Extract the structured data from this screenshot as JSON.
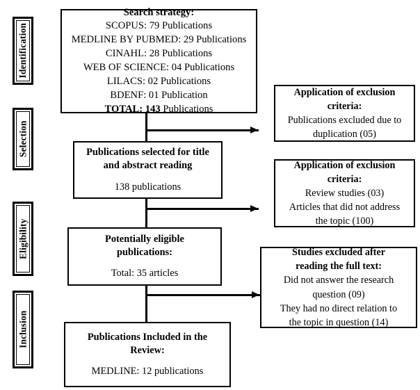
{
  "diagram": {
    "title": "PRISMA study selection flow diagram",
    "stages": [
      {
        "id": "identification",
        "label": "Identification"
      },
      {
        "id": "selection",
        "label": "Selection"
      },
      {
        "id": "eligibility",
        "label": "Eligibility"
      },
      {
        "id": "inclusion",
        "label": "Inclusion"
      }
    ],
    "main_boxes": {
      "search_strategy": {
        "heading": "Search strategy:",
        "sources": [
          {
            "name": "SCOPUS",
            "line": "SCOPUS: 79 Publications",
            "count": 79
          },
          {
            "name": "MEDLINE BY PUBMED",
            "line": "MEDLINE BY PUBMED: 29 Publications",
            "count": 29
          },
          {
            "name": "CINAHL",
            "line": "CINAHL: 28 Publications",
            "count": 28
          },
          {
            "name": "WEB OF SCIENCE",
            "line": "WEB OF SCIENCE: 04 Publications",
            "count": 4
          },
          {
            "name": "LILACS",
            "line": "LILACS: 02 Publications",
            "count": 2
          },
          {
            "name": "BDENF",
            "line": "BDENF: 01 Publication",
            "count": 1
          }
        ],
        "total_label": "TOTAL: 143",
        "total_suffix": " Publications",
        "total": 143
      },
      "selected": {
        "heading_line1": "Publications selected for title",
        "heading_line2": "and abstract reading",
        "value": "138 publications",
        "count": 138
      },
      "eligible": {
        "heading_line1": "Potentially eligible",
        "heading_line2": "publications:",
        "value": "Total: 35 articles",
        "count": 35
      },
      "included": {
        "heading_line1": "Publications Included in the",
        "heading_line2": "Review:",
        "value": "MEDLINE: 12 publications",
        "count": 12
      }
    },
    "exclusion_boxes": [
      {
        "id": "exclusion-duplication",
        "heading_line1": "Application of exclusion",
        "heading_line2": "criteria:",
        "reasons": [
          {
            "line1": "Publications excluded due to",
            "line2": "duplication (05)",
            "count": 5
          }
        ]
      },
      {
        "id": "exclusion-screening",
        "heading_line1": "Application of exclusion",
        "heading_line2": "criteria:",
        "reasons": [
          {
            "line1": "Review studies (03)",
            "line2": "",
            "count": 3
          },
          {
            "line1": "Articles that did not address",
            "line2": "the topic (100)",
            "count": 100
          }
        ]
      },
      {
        "id": "exclusion-fulltext",
        "heading_line1": "Studies excluded after",
        "heading_line2": "reading the full text:",
        "reasons": [
          {
            "line1": "Did not answer the research",
            "line2": "question (09)",
            "count": 9
          },
          {
            "line1": "They had no direct relation to",
            "line2": "the topic in question (14)",
            "count": 14
          }
        ]
      }
    ],
    "colors": {
      "line": "#000000",
      "background": "#ffffff",
      "text": "#000000"
    }
  }
}
